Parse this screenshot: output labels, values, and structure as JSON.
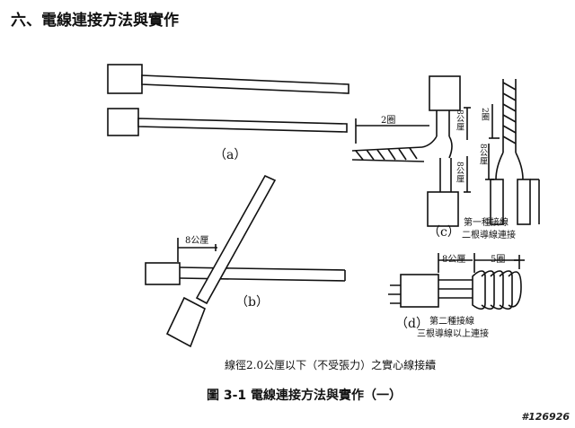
{
  "header": {
    "title": "六、電線連接方法與實作"
  },
  "figures": {
    "a": {
      "label": "（a）"
    },
    "b": {
      "label": "（b）",
      "dim_label": "8公厘"
    },
    "c": {
      "label": "（c）",
      "dim_top": "2圈",
      "dim_8mm_upper": "8公厘",
      "dim_8mm_lower": "8公厘",
      "dim_right_turns": "2圈",
      "dim_right_8mm": "8公厘",
      "caption_line1": "第一種接線",
      "caption_line2": "二根導線連接"
    },
    "d": {
      "label": "（d）",
      "dim_8mm": "8公厘",
      "dim_turns": "5圈",
      "caption_line1": "第二種接線",
      "caption_line2": "三根導線以上連接"
    }
  },
  "captions": {
    "sub": "線徑2.0公厘以下（不受張力）之實心線接續",
    "main": "圖 3-1 電線連接方法與實作（一）"
  },
  "watermark": "#126926"
}
